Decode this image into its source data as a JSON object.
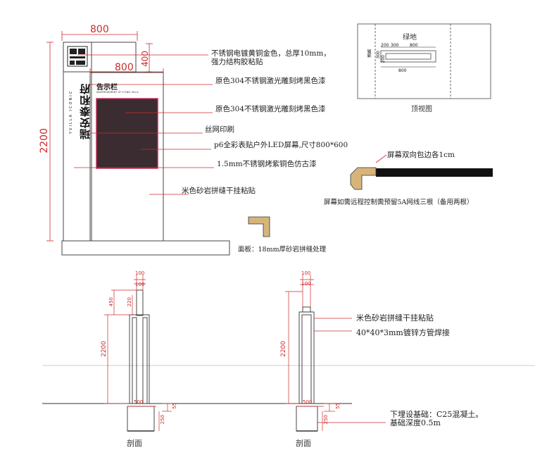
{
  "front_view": {
    "board_title": "告示栏",
    "board_subtitle": "ADVERTISEMENT OF ICONIC VILLA",
    "logo_text": "瑞安泰和府",
    "side_english": "YVILLA ICONIC",
    "dim_total_width": "800",
    "dim_inner_width": "800",
    "dim_height": "2200",
    "dim_top": "400"
  },
  "annotations": {
    "a1_line1": "不锈钢电镀黄铜金色，总厚10mm，",
    "a1_line2": "强力结构胶粘贴",
    "a2": "原色304不锈钢激光雕刻烤黑色漆",
    "a3": "原色304不锈钢激光雕刻烤黑色漆",
    "a4": "丝网印刷",
    "a5": "p6全彩表贴户外LED屏幕,尺寸800*600",
    "a6": "1.5mm不锈钢烤紫铜色仿古漆",
    "a7": "米色砂岩拼缝干挂粘贴"
  },
  "top_view": {
    "caption": "顶视图",
    "green_label": "绿地",
    "road_label": "道路",
    "dim_200": "200",
    "dim_300": "300",
    "dim_800a": "800",
    "dim_800b": "800",
    "dim_300v": "300",
    "dim_200v": "200"
  },
  "screen_detail": {
    "note": "屏幕双向包边各1cm",
    "remark": "屏幕如需远程控制需预留5A网线三根（备用两根）"
  },
  "panel_detail": {
    "caption": "面板：18mm厚砂岩拼缝处理"
  },
  "section_left": {
    "caption": "剖面",
    "dim_2200": "2200",
    "dim_450": "450",
    "dim_220": "220",
    "dim_100a": "100",
    "dim_100b": "100",
    "dim_500": "500",
    "dim_55": "55",
    "dim_250": "250"
  },
  "section_right": {
    "caption": "剖面",
    "dim_2200": "2200",
    "dim_100a": "100",
    "dim_100b": "100",
    "dim_500": "500",
    "dim_55": "55",
    "dim_250": "250",
    "label_stone": "米色砂岩拼缝干挂粘贴",
    "label_pipe": "40*40*3mm镀锌方管焊接",
    "label_foundation1": "下埋设基础：C25混凝土。",
    "label_foundation2": "基础深度0.5m"
  },
  "colors": {
    "dimension": "#cc2b2b",
    "led_screen": "#3a2c30",
    "led_border": "#c0305a",
    "sandstone": "#d7b47a",
    "outline": "#333333"
  }
}
